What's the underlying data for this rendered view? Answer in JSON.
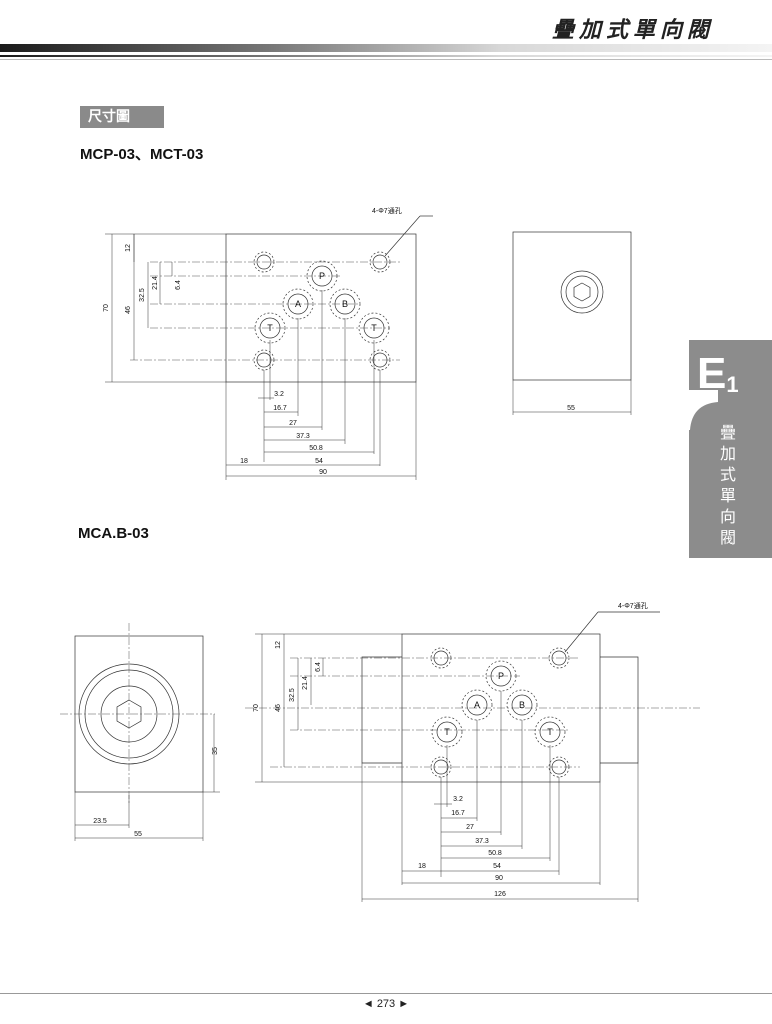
{
  "header": {
    "title": "疊加式單向閥"
  },
  "section": {
    "label": "尺寸圖"
  },
  "drawing1": {
    "model": "MCP-03、MCT-03",
    "hole_note": "4-Φ7通孔",
    "port_labels": [
      "P",
      "A",
      "B",
      "T",
      "T"
    ],
    "vertical_dims": [
      "70",
      "46",
      "32.5",
      "21.4",
      "6.4",
      "12"
    ],
    "horizontal_dims": [
      "3.2",
      "16.7",
      "27",
      "37.3",
      "50.8",
      "54",
      "18",
      "90"
    ],
    "side_view_dim": "55"
  },
  "drawing2": {
    "model": "MCA.B-03",
    "hole_note": "4-Φ7通孔",
    "port_labels": [
      "P",
      "A",
      "B",
      "T",
      "T"
    ],
    "vertical_dims": [
      "70",
      "46",
      "32.5",
      "21.4",
      "6.4",
      "12"
    ],
    "horizontal_dims": [
      "3.2",
      "16.7",
      "27",
      "37.3",
      "50.8",
      "54",
      "18",
      "90",
      "126"
    ],
    "end_view_dims": [
      "35",
      "23.5",
      "55"
    ]
  },
  "side_tab": {
    "letter": "E",
    "subscript": "1",
    "chars": [
      "疊",
      "加",
      "式",
      "單",
      "向",
      "閥"
    ]
  },
  "footer": {
    "page": "◄ 273 ►"
  }
}
